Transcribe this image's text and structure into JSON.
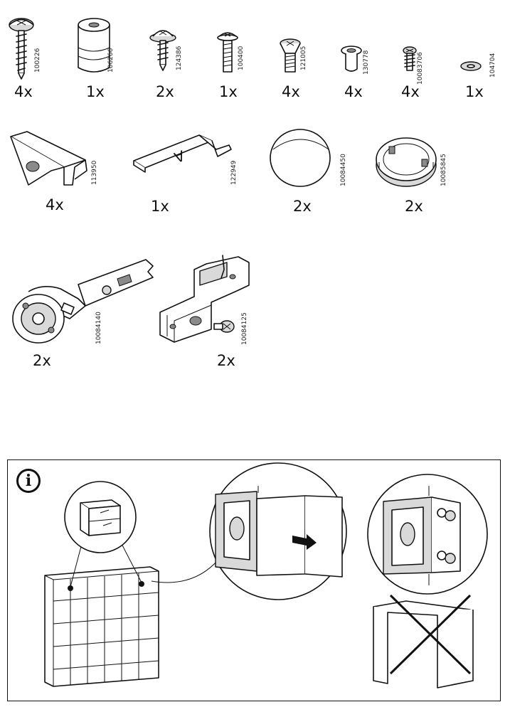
{
  "parts": [
    {
      "part_no": "100226",
      "qty": "4x",
      "icon": "pan-head-screw-icon"
    },
    {
      "part_no": "106266",
      "qty": "1x",
      "icon": "sleeve-icon"
    },
    {
      "part_no": "124386",
      "qty": "2x",
      "icon": "flange-screw-icon"
    },
    {
      "part_no": "100400",
      "qty": "1x",
      "icon": "machine-screw-icon"
    },
    {
      "part_no": "121005",
      "qty": "4x",
      "icon": "countersunk-screw-icon"
    },
    {
      "part_no": "130778",
      "qty": "4x",
      "icon": "barrel-nut-icon"
    },
    {
      "part_no": "10083706",
      "qty": "4x",
      "icon": "small-screw-icon"
    },
    {
      "part_no": "104704",
      "qty": "1x",
      "icon": "washer-icon"
    },
    {
      "part_no": "113950",
      "qty": "4x",
      "icon": "corner-bracket-icon"
    },
    {
      "part_no": "122949",
      "qty": "1x",
      "icon": "bent-plate-a-icon"
    },
    {
      "part_no": "10084450",
      "qty": "2x",
      "icon": "round-cap-icon"
    },
    {
      "part_no": "10085845",
      "qty": "2x",
      "icon": "hinge-cup-icon"
    },
    {
      "part_no": "10084140",
      "qty": "2x",
      "icon": "cabinet-hinge-icon"
    },
    {
      "part_no": "10084125",
      "qty": "2x",
      "icon": "mounting-plate-icon"
    }
  ],
  "info_panel": {
    "icon": "info-icon",
    "info_symbol": "i",
    "illustrations": [
      "shelf-unit-icon",
      "insert-box-icon",
      "door-open-icon",
      "arrow-right-icon",
      "hinge-detail-icon",
      "wrong-orientation-icon",
      "cross-mark-icon"
    ]
  }
}
